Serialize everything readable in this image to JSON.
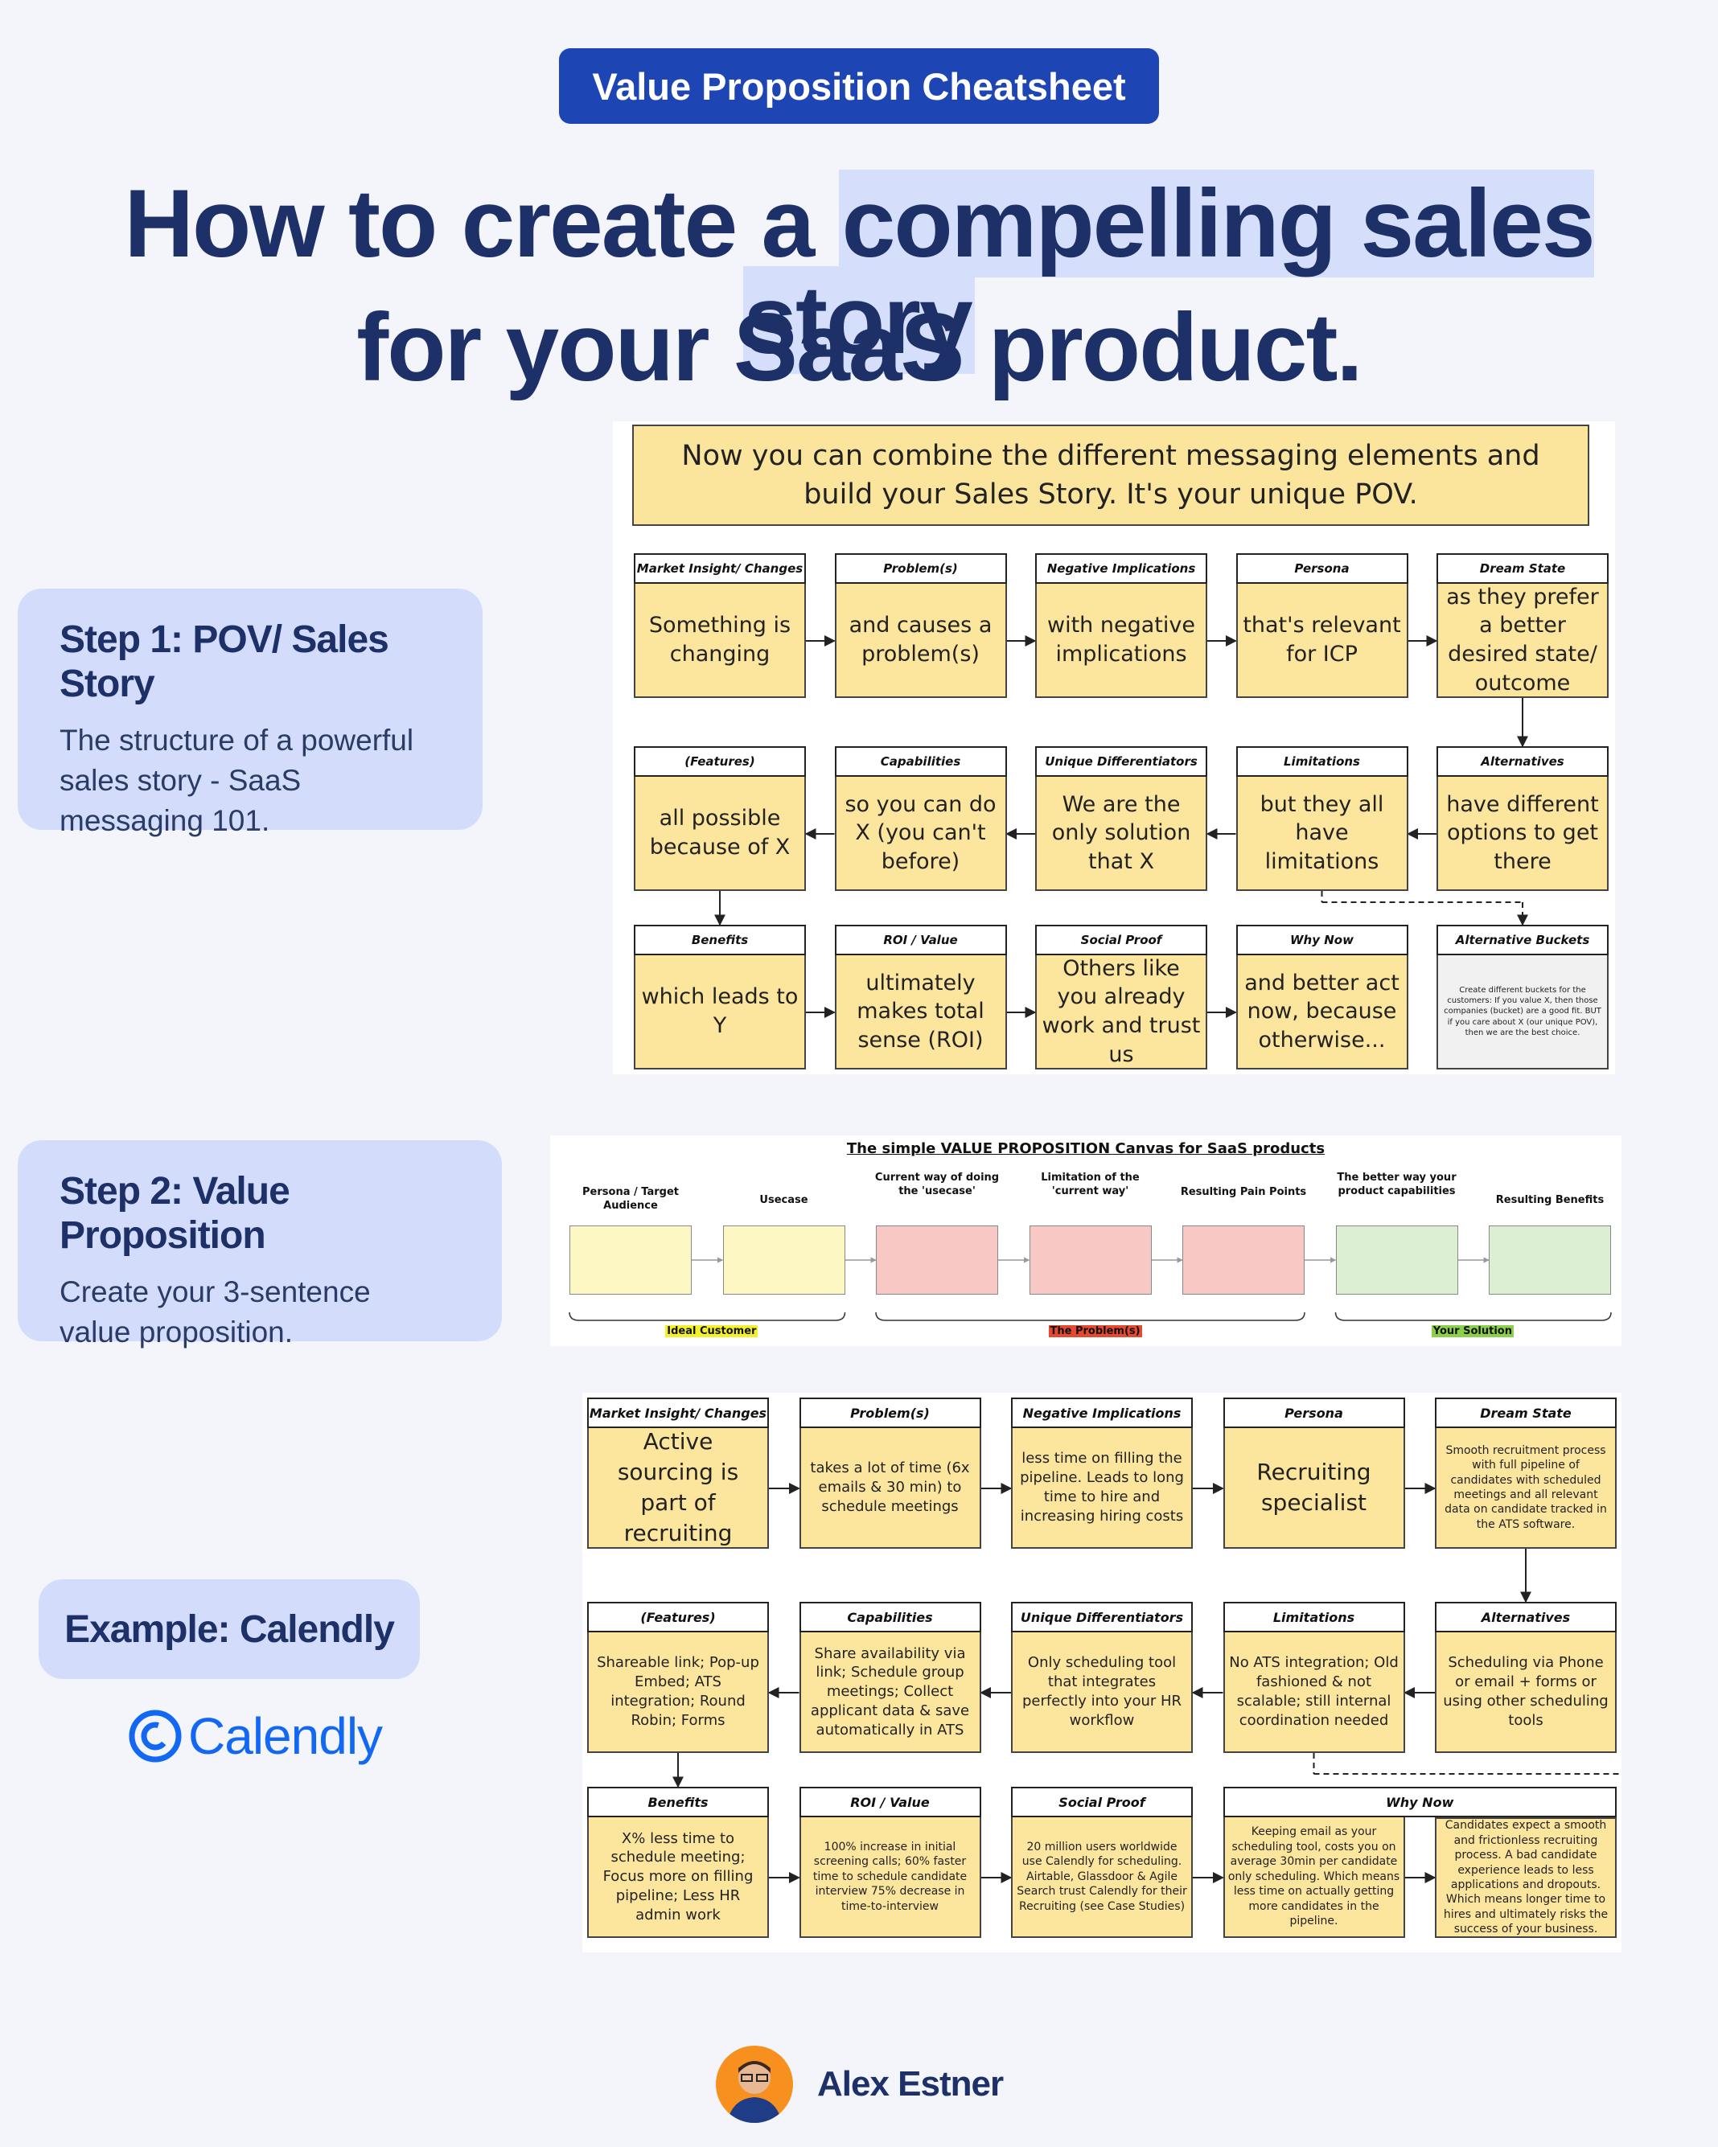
{
  "badge": "Value Proposition Cheatsheet",
  "headline": {
    "line1_pre": "How to create a ",
    "line1_highlight": "compelling sales story",
    "line2": "for your SaaS product."
  },
  "steps": [
    {
      "title": "Step 1: POV/ Sales Story",
      "desc": "The structure of a powerful sales story - SaaS messaging 101."
    },
    {
      "title": "Step 2: Value Proposition",
      "desc": "Create your 3-sentence value proposition."
    }
  ],
  "story": {
    "intro": "Now you can combine the different messaging elements and build your Sales Story. It's your unique POV.",
    "cards": [
      {
        "head": "Market Insight/ Changes",
        "body": "Something is changing"
      },
      {
        "head": "Problem(s)",
        "body": "and causes a problem(s)"
      },
      {
        "head": "Negative Implications",
        "body": "with negative implications"
      },
      {
        "head": "Persona",
        "body": "that's relevant for ICP"
      },
      {
        "head": "Dream State",
        "body": "as they prefer a better desired state/ outcome"
      },
      {
        "head": "(Features)",
        "body": "all possible because of X"
      },
      {
        "head": "Capabilities",
        "body": "so you can do X (you can't before)"
      },
      {
        "head": "Unique Differentiators",
        "body": "We are the only solution that X"
      },
      {
        "head": "Limitations",
        "body": "but they all have limitations"
      },
      {
        "head": "Alternatives",
        "body": "have different options to get there"
      },
      {
        "head": "Benefits",
        "body": "which leads to Y"
      },
      {
        "head": "ROI / Value",
        "body": "ultimately makes total sense (ROI)"
      },
      {
        "head": "Social Proof",
        "body": "Others like you already work and trust us"
      },
      {
        "head": "Why Now",
        "body": "and better act now, because otherwise..."
      },
      {
        "head": "Alternative Buckets",
        "body": "Create different buckets for the customers: If you value X, then those companies (bucket) are a good fit. BUT if you care about X (our unique POV), then we are the best choice."
      }
    ]
  },
  "canvas": {
    "title": "The simple VALUE PROPOSITION Canvas for SaaS products",
    "columns": [
      {
        "label": "Persona / Target Audience",
        "color": "#fdf7c3"
      },
      {
        "label": "Usecase",
        "color": "#fdf7c3"
      },
      {
        "label": "Current way of doing the 'usecase'",
        "color": "#f8c9c4"
      },
      {
        "label": "Limitation of the 'current way'",
        "color": "#f8c9c4"
      },
      {
        "label": "Resulting Pain Points",
        "color": "#f8c9c4"
      },
      {
        "label": "The better way your product capabilities",
        "color": "#dcefd2"
      },
      {
        "label": "Resulting Benefits",
        "color": "#dcefd2"
      }
    ],
    "groups": [
      {
        "label": "Ideal Customer",
        "color": "#f4f12a"
      },
      {
        "label": "The Problem(s)",
        "color": "#e5492f"
      },
      {
        "label": "Your Solution",
        "color": "#8bd04a"
      }
    ]
  },
  "example": {
    "label": "Example: Calendly",
    "logo_text": "Calendly",
    "cards": [
      {
        "head": "Market Insight/ Changes",
        "body": "Active sourcing is part of recruiting"
      },
      {
        "head": "Problem(s)",
        "body": "takes a lot of time (6x emails & 30 min) to schedule meetings"
      },
      {
        "head": "Negative Implications",
        "body": "less time on filling the pipeline. Leads to long time to hire and increasing hiring costs"
      },
      {
        "head": "Persona",
        "body": "Recruiting specialist"
      },
      {
        "head": "Dream State",
        "body": "Smooth recruitment process with full pipeline of candidates with scheduled meetings and all relevant data on candidate tracked in the ATS software."
      },
      {
        "head": "(Features)",
        "body": "Shareable link; Pop-up Embed; ATS integration; Round Robin; Forms"
      },
      {
        "head": "Capabilities",
        "body": "Share availability via link; Schedule group meetings; Collect applicant data & save automatically in ATS"
      },
      {
        "head": "Unique Differentiators",
        "body": "Only scheduling tool that integrates perfectly into your HR workflow"
      },
      {
        "head": "Limitations",
        "body": "No ATS integration; Old fashioned & not scalable; still internal coordination needed"
      },
      {
        "head": "Alternatives",
        "body": "Scheduling via Phone or email + forms or using other scheduling tools"
      },
      {
        "head": "Benefits",
        "body": "X% less time to schedule meeting; Focus more on filling pipeline; Less HR admin work"
      },
      {
        "head": "ROI / Value",
        "body": "100% increase in initial screening calls; 60% faster time to schedule candidate interview 75% decrease in time-to-interview"
      },
      {
        "head": "Social Proof",
        "body": "20 million users worldwide use Calendly for scheduling. Airtable, Glassdoor & Agile Search trust Calendly for their Recruiting (see Case Studies)"
      },
      {
        "head": "Why Now",
        "body": "Keeping email as your scheduling tool, costs you on average 30min per candidate only scheduling. Which means less time on actually getting more candidates in the pipeline."
      },
      {
        "head": "",
        "body": "Candidates expect a smooth and frictionless recruiting process. A bad candidate experience leads to less applications and dropouts. Which means longer time to hires and ultimately risks the success of your business."
      }
    ]
  },
  "author": "Alex Estner"
}
